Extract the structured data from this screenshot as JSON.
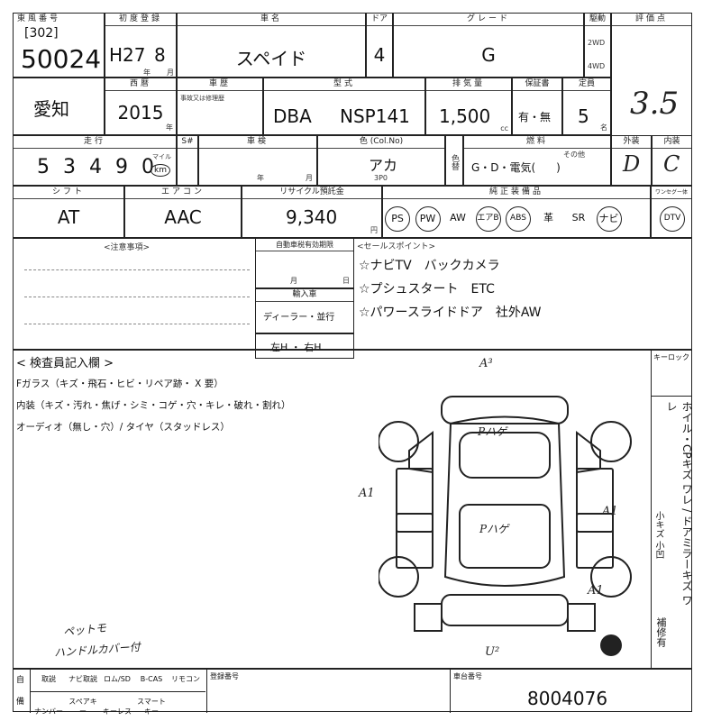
{
  "header": {
    "auction_label": "東風番号",
    "lot_bracket": "[302]",
    "lot_number": "50024",
    "reg_label": "初度登録",
    "reg_era_year": "H27",
    "reg_month": "8",
    "reg_year_unit": "年",
    "reg_month_unit": "月",
    "car_label": "車名",
    "car_name": "スペイド",
    "door_label": "ドア",
    "doors": "4",
    "grade_label": "グレード",
    "grade": "G",
    "drive_label": "駆動",
    "drive_2wd": "2WD",
    "drive_4wd": "4WD",
    "score_label": "評価点",
    "score": "3.5"
  },
  "row2": {
    "region": "愛知",
    "year_label": "西暦",
    "year": "2015",
    "year_unit": "年",
    "history_label": "車歴",
    "history_note": "事故又は修理歴",
    "model_label": "型式",
    "model_prefix": "DBA",
    "model_code": "NSP141",
    "cc_label": "排気量",
    "displacement": "1,500",
    "cc_unit": "cc",
    "warranty_label": "保証書",
    "warranty": "有・無",
    "capacity_label": "定員",
    "capacity": "5",
    "capacity_unit": "名"
  },
  "row3": {
    "mileage_label": "走行",
    "mileage_digits": [
      "5",
      "3",
      "4",
      "9",
      "0"
    ],
    "mileage_unit_top": "マイル",
    "mileage_unit_km": "km",
    "shaken_label": "S#",
    "inspect_label": "車検",
    "inspect_year": "年",
    "inspect_month": "月",
    "color_label": "色 (Col.No)",
    "color": "アカ",
    "color_code": "3P0",
    "color_change": "色替",
    "equip_label": "燃料",
    "fuel": "G・D・電気(      )",
    "fuel_other": "その他",
    "exterior_label": "外装",
    "exterior": "D",
    "interior_label": "内装",
    "interior": "C"
  },
  "row4": {
    "shift_label": "シフト",
    "shift": "AT",
    "ac_label": "エアコン",
    "ac": "AAC",
    "recycle_label": "リサイクル預託金",
    "recycle": "9,340",
    "recycle_unit": "円",
    "options_label": "純正装備品",
    "options": [
      "PS",
      "PW",
      "AW",
      "エアB",
      "ABS",
      "革",
      "SR",
      "ナビ",
      "DTV"
    ],
    "options_circled": [
      true,
      true,
      false,
      true,
      true,
      false,
      false,
      true,
      true
    ],
    "tuner_label": "ワンセグー体"
  },
  "notes": {
    "caution_label": "<注意事項>",
    "expiry_label": "自動車税有効期限",
    "expiry_month": "月",
    "expiry_day": "日",
    "import_label": "輸入車",
    "import_value": "ディーラー・並行",
    "handle_value": "左H ・ 右H",
    "sales_label": "<セールスポイント>",
    "sales_points": [
      "☆ナビTV　バックカメラ",
      "☆プシュスタート　ETC",
      "☆パワースライドドア　社外AW"
    ]
  },
  "inspector": {
    "title": "< 検査員記入欄 >",
    "lines": [
      "Fガラス（キズ・飛石・ヒビ・リペア跡・ X 要）",
      "内装（キズ・汚れ・焦げ・シミ・コゲ・穴・キレ・破れ・割れ）",
      "オーディオ（無し・穴）/ タイヤ（スタッドレス）"
    ],
    "handwritten_1": "ペットモ",
    "handwritten_2": "ハンドルカバー付"
  },
  "diagram": {
    "keylock_label": "キーロック",
    "marks": [
      "A³",
      "Pハゲ",
      "A1",
      "Pハゲ",
      "A1",
      "A1",
      "U²"
    ],
    "side_text": "ホイル・CPキズ ワレ / ドアミラーキズ ワレ",
    "side_text_2": "小キズ 小凹",
    "side_text_3": "補修有"
  },
  "footer": {
    "col1_a": "自",
    "col1_b": "備",
    "r1": [
      "取説",
      "ナビ取説",
      "ロム/SD",
      "B-CAS",
      "リモコン"
    ],
    "r2": [
      "ナンバー",
      "スペアキー",
      "キーレス",
      "スマートキー"
    ],
    "plate_label": "登録番号",
    "chassis_label": "車台番号",
    "chassis": "8004076"
  }
}
